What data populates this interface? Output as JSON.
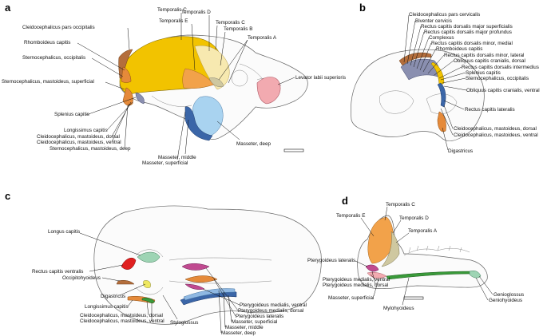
{
  "colors": {
    "temporalis_c": "#f2c300",
    "temporalis_light": "#f7e9b0",
    "temporalis_orange": "#f2a24a",
    "temporalis_tan": "#cfc8a0",
    "masseter_superficial": "#3b66a8",
    "masseter_middle": "#8fb8e2",
    "masseter_deep": "#a9d3f0",
    "levator": "#f2aab0",
    "muscle_orange": "#e58a3a",
    "longus_green": "#9ed4b4",
    "rectus_red": "#e02020",
    "pterygoid_purple": "#c04a90",
    "mylohyoid_green": "#3a9a3a",
    "digastricus_yellow": "#eee860",
    "occipito_brown": "#b46e3c"
  },
  "panels": {
    "a": {
      "letter": "a",
      "labels": [
        "Temporalis C",
        "Cleidocephalicus pars occipitalis",
        "Rhomboideus capitis",
        "Sternocephalicus, occipitalis",
        "Sternocephalicus, mastoideus, superficial",
        "Splenius capitis",
        "Longissimus capitis",
        "Cleidocephalicus, mastoideus, dorsal",
        "Cleidocephalicus, mastoideus, ventral",
        "Sternocephalicus, mastoideus, deep",
        "Temporalis D",
        "Temporalis E",
        "Temporalis C",
        "Temporalis B",
        "Temporalis A",
        "Levator labii superioris",
        "Masseter, deep",
        "Masseter, middle",
        "Masseter, superficial"
      ]
    },
    "b": {
      "letter": "b",
      "labels": [
        "Cleidocephalicus pars cervicalis",
        "Biventer cervicis",
        "Rectus capitis dorsalis major superficialis",
        "Rectus capitis dorsalis major profundus",
        "Complexus",
        "Rectus capitis dorsalis minor, medial",
        "Rhomboideus capitis",
        "Rectus capitis dorsalis minor, lateral",
        "Obliquus capitis cranialis, dorsal",
        "Rectus capitis dorsalis intermedius",
        "Splenius capitis",
        "Sternocephalicus, occipitalis",
        "Obliquus capitis cranialis, ventral",
        "Rectus capitis lateralis",
        "Cleidocephalicus, mastoideus, dorsal",
        "Cleidocephalicus, mastoideus, ventral",
        "Digastricus"
      ]
    },
    "c": {
      "letter": "c",
      "labels": [
        "Longus capitis",
        "Rectus capitis ventralis",
        "Occipitohyoideus",
        "Digastricus",
        "Longissimus capitis",
        "Cleidocephalicus, mastoideus, dorsal",
        "Cleidocephalicus, mastoideus, ventral",
        "Styloglossus",
        "Pterygoideus medialis, ventral",
        "Pterygoideus medialis, dorsal",
        "Pterygoideus lateralis",
        "Masseter, superficial",
        "Masseter, middle",
        "Masseter, deep"
      ]
    },
    "d": {
      "letter": "d",
      "labels": [
        "Temporalis C",
        "Temporalis E",
        "Temporalis D",
        "Temporalis A",
        "Pterygoideus lateralis",
        "Pterygoideus medialis, ventral",
        "Pterygoideus medialis, dorsal",
        "Masseter, superficial",
        "Mylohyoideus",
        "Genioglossus",
        "Geniohyoideus"
      ]
    }
  }
}
